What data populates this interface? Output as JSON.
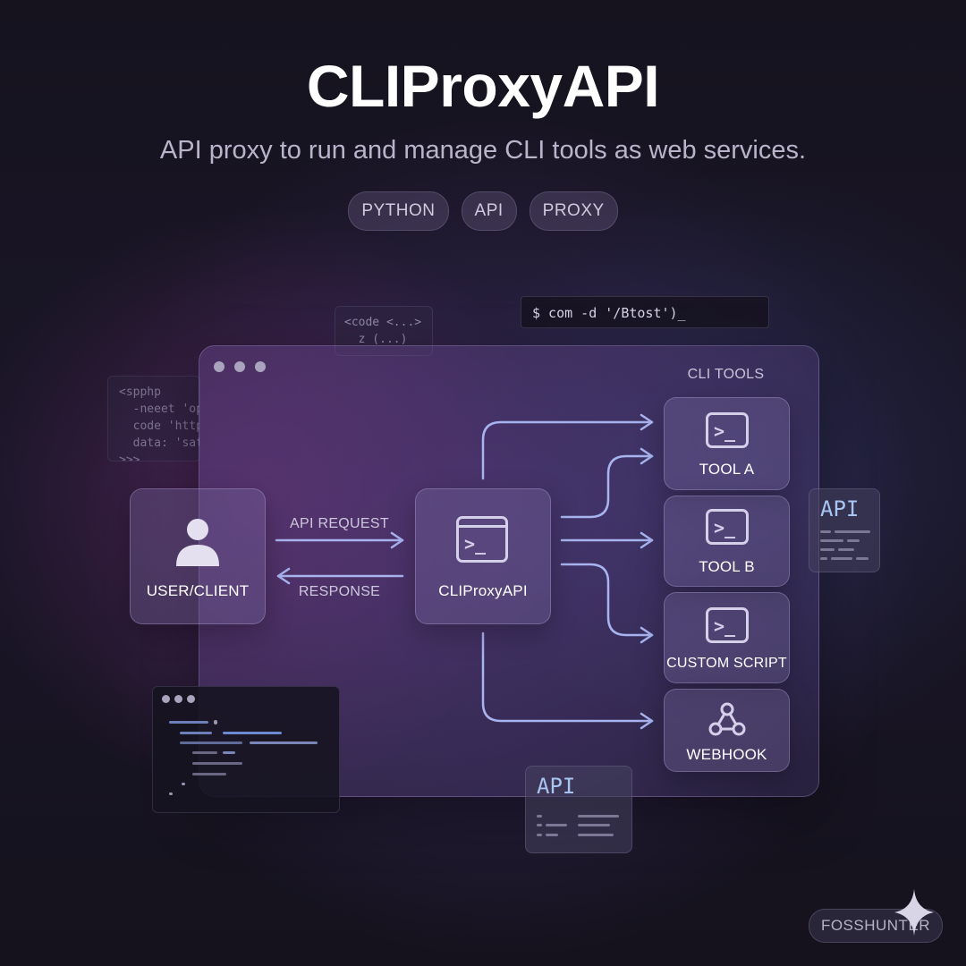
{
  "header": {
    "title": "CLIProxyAPI",
    "subtitle": "API proxy to run and manage CLI tools as web services.",
    "tags": [
      "PYTHON",
      "API",
      "PROXY"
    ]
  },
  "background_snippets": {
    "code_tag": "<code <...>\n  z (...)",
    "php": "<spphp\n  -neeet 'opti\n  code 'http/\n  data: 'satc\n>>>",
    "command": "$ com -d '/Btost')_"
  },
  "diagram": {
    "cli_tools_label": "CLI TOOLS",
    "client": {
      "label": "USER/CLIENT",
      "icon": "user-icon"
    },
    "proxy": {
      "label": "CLIProxyAPI",
      "icon": "terminal-window-icon"
    },
    "request_label": "API REQUEST",
    "response_label": "RESPONSE",
    "tools": [
      {
        "label": "TOOL A",
        "icon": "terminal-icon"
      },
      {
        "label": "TOOL B",
        "icon": "terminal-icon"
      },
      {
        "label": "CUSTOM SCRIPT",
        "icon": "terminal-icon"
      },
      {
        "label": "WEBHOOK",
        "icon": "webhook-icon"
      }
    ]
  },
  "api_cards": [
    "API",
    "API"
  ],
  "watermark": "FOSSHUNTER",
  "colors": {
    "background": "#15121f",
    "arrow": "#a8b4f0",
    "api_text": "#a8c4f0",
    "accent_purple": "#6e4b96"
  }
}
